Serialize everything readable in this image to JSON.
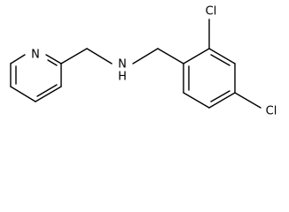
{
  "molecule": {
    "atoms": {
      "pyridine_n": "N",
      "amine_n": "N",
      "amine_h": "H",
      "chloro_ortho": "Cl",
      "chloro_para": "Cl"
    }
  }
}
